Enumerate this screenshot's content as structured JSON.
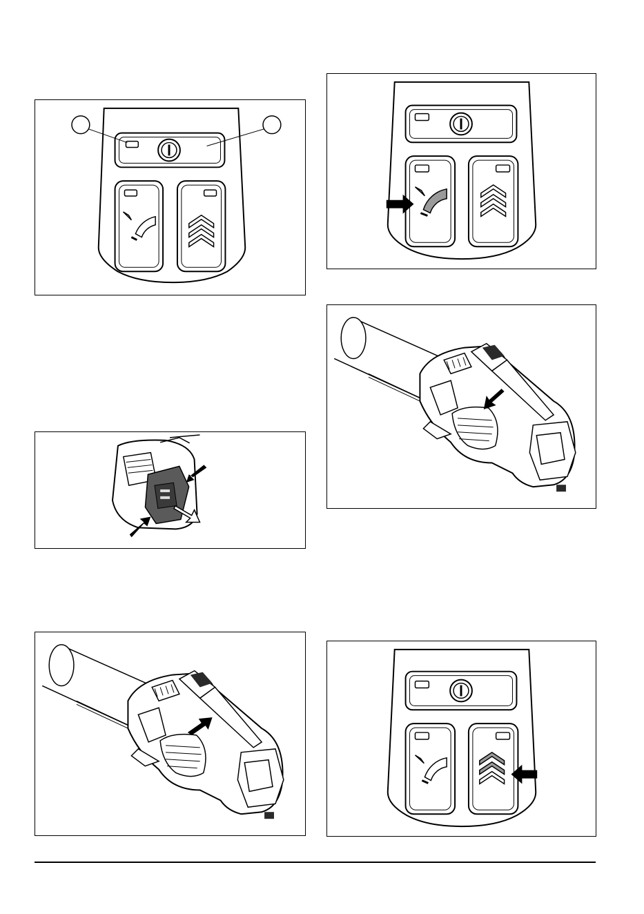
{
  "page": {
    "background": "#ffffff",
    "line_color": "#000000",
    "highlight_fill": "#9a9a9a"
  },
  "figures": [
    {
      "id": "keypad-overview",
      "icons": [
        "power-button-icon",
        "led-indicator-icon",
        "boost-chevrons-icon",
        "speed-arc-icon"
      ]
    },
    {
      "id": "keypad-speed-highlight",
      "icons": [
        "arrow-icon",
        "speed-arc-icon"
      ]
    },
    {
      "id": "battery-release",
      "icons": [
        "arrow-icon",
        "battery-icon"
      ]
    },
    {
      "id": "blower-top-arrow",
      "icons": [
        "arrow-icon",
        "blower-icon"
      ]
    },
    {
      "id": "blower-trigger-arrow",
      "icons": [
        "arrow-icon",
        "blower-icon"
      ]
    },
    {
      "id": "keypad-boost-highlight",
      "icons": [
        "arrow-icon",
        "boost-chevrons-icon"
      ]
    }
  ]
}
